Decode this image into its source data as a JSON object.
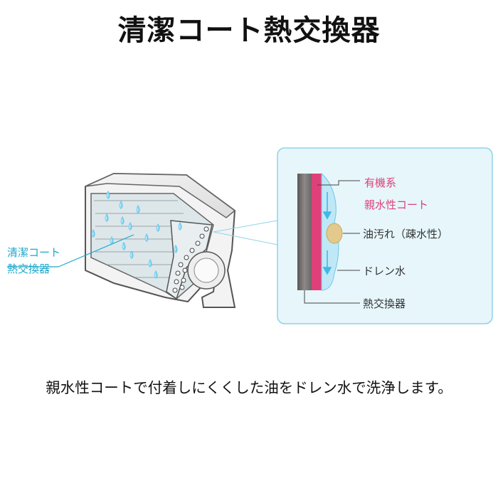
{
  "title": "清潔コート熱交換器",
  "left_label": {
    "line1": "清潔コート",
    "line2": "熱交換器"
  },
  "detail_labels": {
    "organic_line1": "有機系",
    "organic_line2": "親水性コート",
    "oil_dirt": "油汚れ（疎水性）",
    "drain_water": "ドレン水",
    "heat_exchanger": "熱交換器"
  },
  "caption": "親水性コートで付着しにくくした油をドレン水で洗浄します。",
  "colors": {
    "accent_cyan": "#1aa8cc",
    "coat_pink": "#e0407a",
    "oil_tan": "#e3c98c",
    "panel_bg": "#e6f6fb"
  }
}
